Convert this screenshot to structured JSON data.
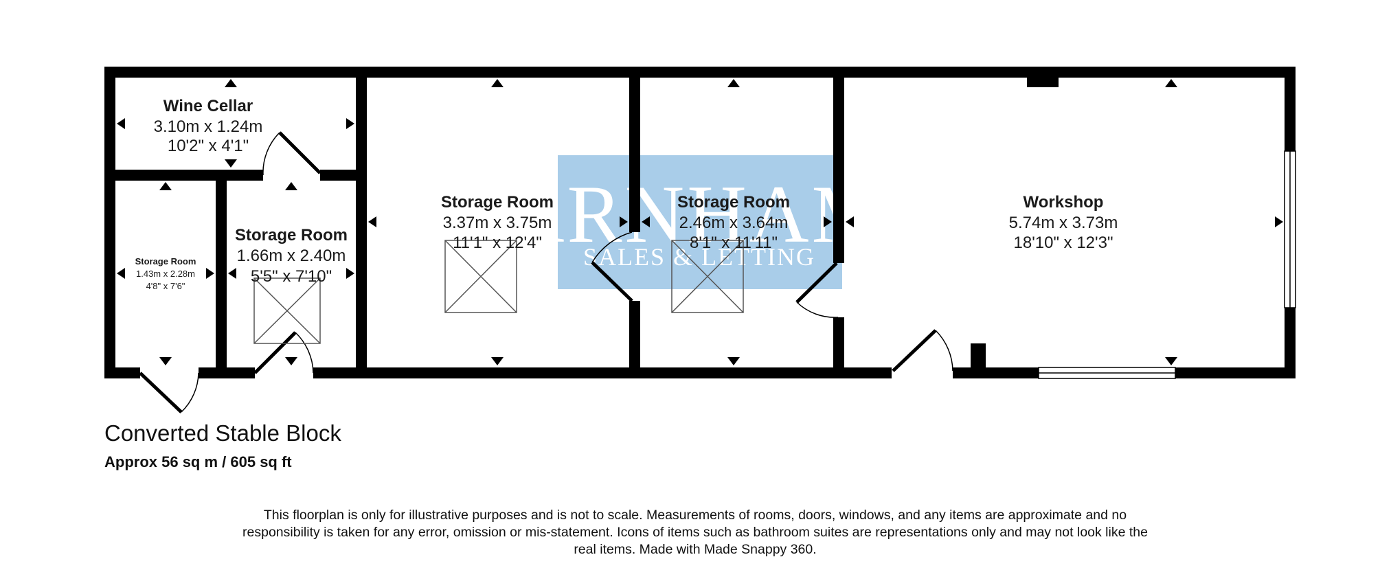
{
  "rooms": {
    "wine_cellar": {
      "name": "Wine Cellar",
      "metric": "3.10m x 1.24m",
      "imperial": "10'2\" x 4'1\""
    },
    "storage_small": {
      "name": "Storage Room",
      "metric": "1.43m x 2.28m",
      "imperial": "4'8\" x 7'6\""
    },
    "storage_middle": {
      "name": "Storage Room",
      "metric": "1.66m x 2.40m",
      "imperial": "5'5\" x 7'10\""
    },
    "storage_large": {
      "name": "Storage Room",
      "metric": "3.37m x 3.75m",
      "imperial": "11'1\" x 12'4\""
    },
    "storage_right": {
      "name": "Storage Room",
      "metric": "2.46m x 3.64m",
      "imperial": "8'1\" x 11'11\""
    },
    "workshop": {
      "name": "Workshop",
      "metric": "5.74m x 3.73m",
      "imperial": "18'10\" x 12'3\""
    }
  },
  "watermark": {
    "main": "FARNHAMS",
    "sub": "SALES & LETTING",
    "color": "#a9cde9"
  },
  "caption": {
    "title": "Converted Stable Block",
    "area": "Approx 56 sq m / 605 sq ft"
  },
  "disclaimer": "This floorplan is only for illustrative purposes and is not to scale. Measurements of rooms, doors, windows, and any items are approximate and no responsibility is taken for any error, omission or mis-statement. Icons of items such as bathroom suites are representations only and may not look like the real items. Made with Made Snappy 360.",
  "colors": {
    "wall": "#000000",
    "text": "#1a1a1a"
  }
}
